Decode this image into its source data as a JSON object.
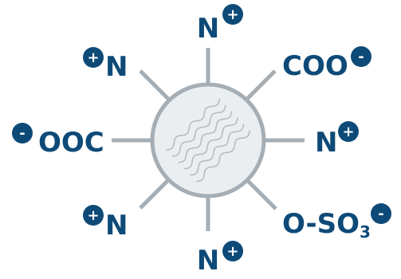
{
  "colors": {
    "label": "#0e4a78",
    "bond": "#a6aeb5",
    "core_fill": "#ebeef0",
    "core_stroke": "#a6aeb5",
    "chains": "#b4bcc3"
  },
  "core": {
    "icon": "particle-core-icon"
  },
  "groups": [
    {
      "id": "top",
      "text": "N",
      "sub": "",
      "charge": "+"
    },
    {
      "id": "upper-right",
      "text": "COO",
      "sub": "",
      "charge": "-"
    },
    {
      "id": "right",
      "text": "N",
      "sub": "",
      "charge": "+"
    },
    {
      "id": "lower-right",
      "text": "O-SO",
      "sub": "3",
      "charge": "-"
    },
    {
      "id": "bottom",
      "text": "N",
      "sub": "",
      "charge": "+"
    },
    {
      "id": "lower-left",
      "text": "N",
      "sub": "",
      "charge": "+"
    },
    {
      "id": "left",
      "text": "OOC",
      "sub": "",
      "charge": "-"
    },
    {
      "id": "upper-left",
      "text": "N",
      "sub": "",
      "charge": "+"
    }
  ]
}
